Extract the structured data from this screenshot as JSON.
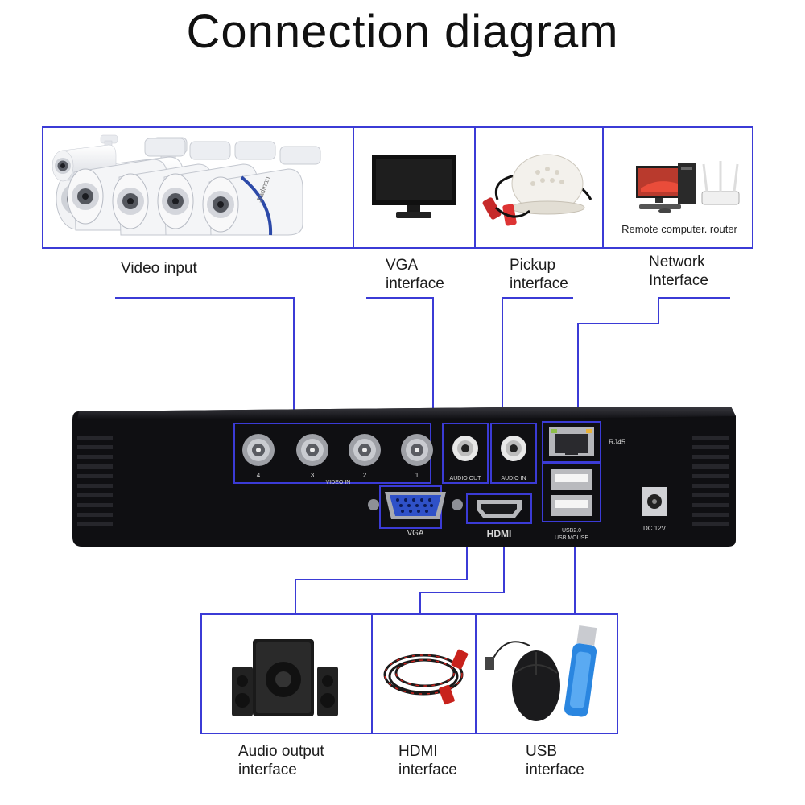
{
  "title": "Connection diagram",
  "top_devices": {
    "remote_caption": "Remote computer. router",
    "camera_brand": "Jiadinan"
  },
  "top_labels": {
    "video_input": "Video input",
    "vga": [
      "VGA",
      "interface"
    ],
    "pickup": [
      "Pickup",
      "interface"
    ],
    "network": [
      "Network",
      "Interface"
    ]
  },
  "dvr_panel": {
    "video_in": "VIDEO IN",
    "channels": [
      "4",
      "3",
      "2",
      "1"
    ],
    "audio_out": "AUDIO OUT",
    "audio_in": "AUDIO IN",
    "rj45": "RJ45",
    "vga": "VGA",
    "hdmi": "HDMI",
    "usb_line1": "USB2.0",
    "usb_line2": "USB MOUSE",
    "dc": "DC 12V"
  },
  "bottom_labels": {
    "audio_out": [
      "Audio output",
      "interface"
    ],
    "hdmi": [
      "HDMI",
      "interface"
    ],
    "usb": [
      "USB",
      "interface"
    ]
  },
  "colors": {
    "line": "#3b3bd6",
    "dvr_body": "#0f0f12"
  }
}
